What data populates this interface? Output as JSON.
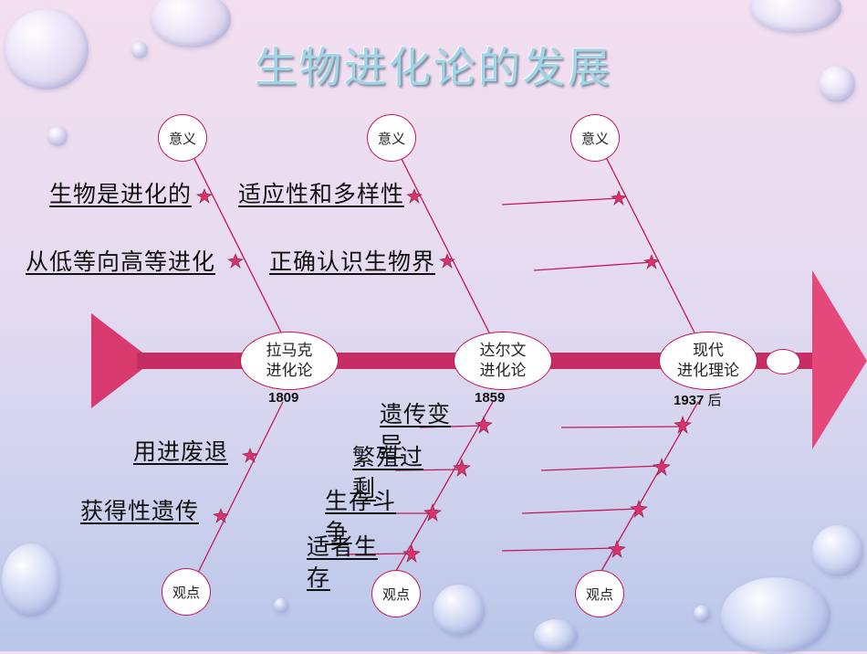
{
  "title": "生物进化论的发展",
  "node_labels": {
    "significance": "意义",
    "viewpoint": "观点"
  },
  "eras": [
    {
      "name": "拉马克\n进化论",
      "year": "1809"
    },
    {
      "name": "达尔文\n进化论",
      "year": "1859"
    },
    {
      "name": "现代\n进化理论",
      "year": "1937",
      "year_suffix": "后"
    }
  ],
  "lamarck": {
    "significance": [
      "生物是进化的",
      "从低等向高等进化"
    ],
    "viewpoints": [
      "用进废退",
      "获得性遗传"
    ]
  },
  "darwin": {
    "significance": [
      "适应性和多样性",
      "正确认识生物界"
    ],
    "viewpoints": [
      "遗传变异",
      "繁殖过剩",
      "生存斗争",
      "适者生存"
    ]
  },
  "colors": {
    "accent": "#d83a6e",
    "line": "#c2185b",
    "bar": "#c62e63"
  }
}
